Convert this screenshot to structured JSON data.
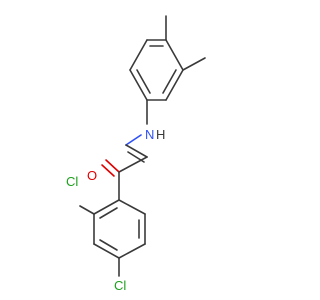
{
  "atom_labels": {
    "oxygen": "O",
    "amine_n": "N",
    "amine_h": "H",
    "chlorine_ortho": "Cl",
    "chlorine_para": "Cl"
  },
  "colors": {
    "bond": "#3a3a3a",
    "oxygen": "#e00000",
    "nitrogen": "#3050f8",
    "chlorine": "#1ea01e"
  }
}
